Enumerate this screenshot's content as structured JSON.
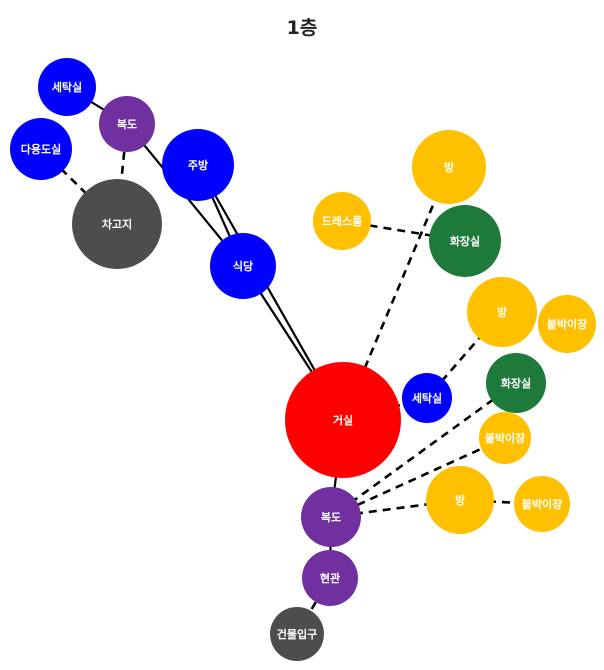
{
  "title": "1층",
  "colors": {
    "living": "#ff0000",
    "corridor": "#7030a0",
    "service": "#0000ff",
    "room": "#ffc000",
    "bath": "#1e7a3a",
    "exterior": "#4d4d4d"
  },
  "nodes": [
    {
      "id": "n_garage",
      "label": "차고지",
      "kind": "exterior",
      "icon": "circle-node"
    },
    {
      "id": "n_corridor_top",
      "label": "복도",
      "kind": "corridor",
      "icon": "circle-node"
    },
    {
      "id": "n_laundry_top",
      "label": "세탁실",
      "kind": "service",
      "icon": "circle-node"
    },
    {
      "id": "n_multi",
      "label": "다용도실",
      "kind": "service",
      "icon": "circle-node"
    },
    {
      "id": "n_kitchen",
      "label": "주방",
      "kind": "service",
      "icon": "circle-node"
    },
    {
      "id": "n_dining",
      "label": "식당",
      "kind": "service",
      "icon": "circle-node"
    },
    {
      "id": "n_room1",
      "label": "방",
      "kind": "room",
      "icon": "circle-node"
    },
    {
      "id": "n_dress",
      "label": "드레스룸",
      "kind": "room",
      "icon": "circle-node"
    },
    {
      "id": "n_bath1",
      "label": "화장실",
      "kind": "bath",
      "icon": "circle-node"
    },
    {
      "id": "n_room2",
      "label": "방",
      "kind": "room",
      "icon": "circle-node"
    },
    {
      "id": "n_closet1",
      "label": "붙박이장",
      "kind": "room",
      "icon": "circle-node"
    },
    {
      "id": "n_bath2",
      "label": "화장실",
      "kind": "bath",
      "icon": "circle-node"
    },
    {
      "id": "n_laundry2",
      "label": "세탁실",
      "kind": "service",
      "icon": "circle-node"
    },
    {
      "id": "n_living",
      "label": "거실",
      "kind": "living",
      "icon": "circle-node"
    },
    {
      "id": "n_closet2",
      "label": "붙박이장",
      "kind": "room",
      "icon": "circle-node"
    },
    {
      "id": "n_room3",
      "label": "방",
      "kind": "room",
      "icon": "circle-node"
    },
    {
      "id": "n_closet3",
      "label": "붙박이장",
      "kind": "room",
      "icon": "circle-node"
    },
    {
      "id": "n_corridor_bot",
      "label": "복도",
      "kind": "corridor",
      "icon": "circle-node"
    },
    {
      "id": "n_entrance",
      "label": "현관",
      "kind": "corridor",
      "icon": "circle-node"
    },
    {
      "id": "n_building_entry",
      "label": "건물입구",
      "kind": "exterior",
      "icon": "circle-node"
    }
  ],
  "edges": [
    {
      "from": "n_laundry_top",
      "to": "n_corridor_top",
      "style": "solid"
    },
    {
      "from": "n_corridor_top",
      "to": "n_dining",
      "style": "solid"
    },
    {
      "from": "n_kitchen",
      "to": "n_dining",
      "style": "solid"
    },
    {
      "from": "n_dining",
      "to": "n_living",
      "style": "solid"
    },
    {
      "from": "n_kitchen",
      "to": "n_living",
      "style": "solid"
    },
    {
      "from": "n_living",
      "to": "n_corridor_bot",
      "style": "solid"
    },
    {
      "from": "n_corridor_bot",
      "to": "n_entrance",
      "style": "solid"
    },
    {
      "from": "n_multi",
      "to": "n_garage",
      "style": "dashed"
    },
    {
      "from": "n_corridor_top",
      "to": "n_garage",
      "style": "dashed"
    },
    {
      "from": "n_dress",
      "to": "n_bath1",
      "style": "dashed"
    },
    {
      "from": "n_room1",
      "to": "n_living",
      "style": "dashed"
    },
    {
      "from": "n_room2",
      "to": "n_laundry2",
      "style": "dashed"
    },
    {
      "from": "n_laundry2",
      "to": "n_living",
      "style": "dashed"
    },
    {
      "from": "n_bath2",
      "to": "n_corridor_bot",
      "style": "dashed"
    },
    {
      "from": "n_closet2",
      "to": "n_corridor_bot",
      "style": "dashed"
    },
    {
      "from": "n_room3",
      "to": "n_corridor_bot",
      "style": "dashed"
    },
    {
      "from": "n_room3",
      "to": "n_closet3",
      "style": "dashed"
    },
    {
      "from": "n_entrance",
      "to": "n_building_entry",
      "style": "dashed"
    }
  ]
}
